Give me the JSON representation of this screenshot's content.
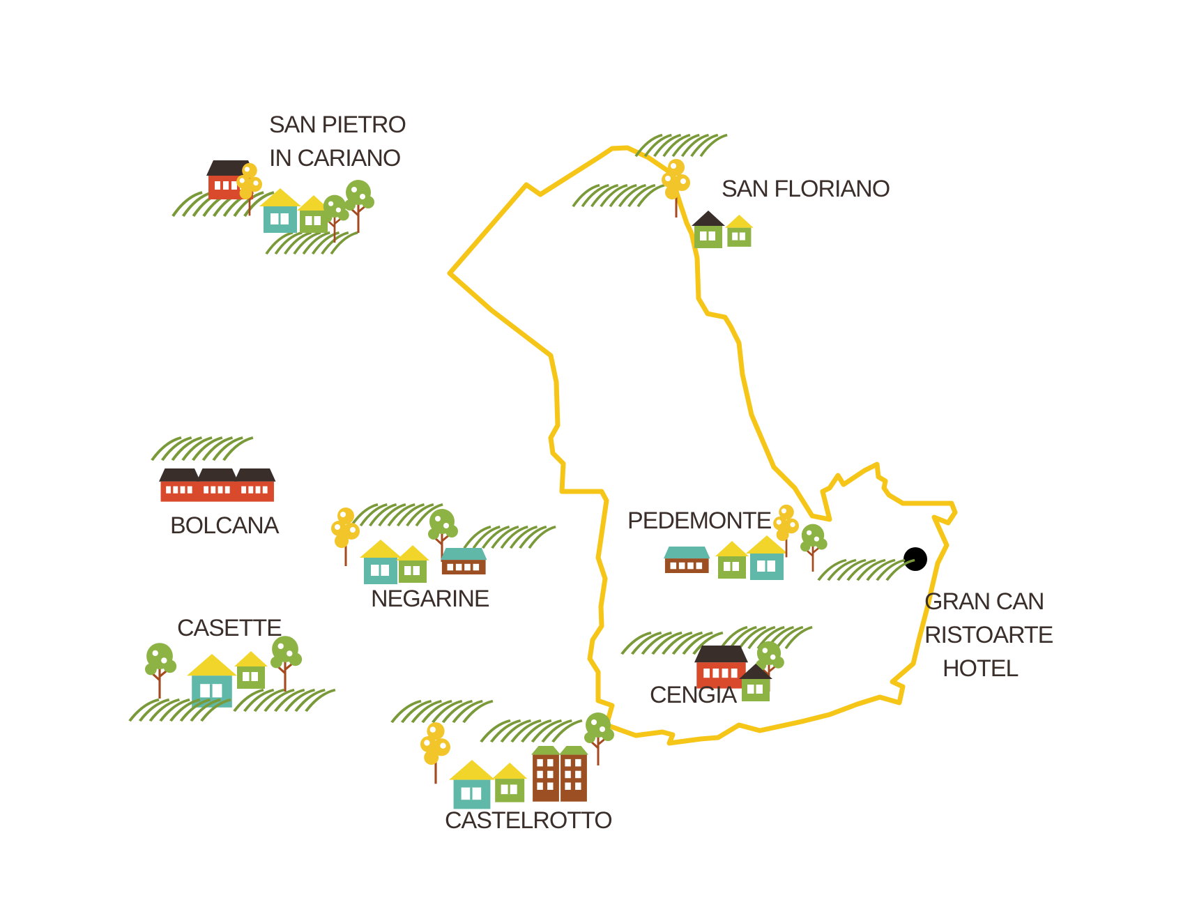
{
  "places": {
    "san_pietro_line1": "SAN PIETRO",
    "san_pietro_line2": "IN CARIANO",
    "san_floriano": "SAN FLORIANO",
    "bolcana": "BOLCANA",
    "negarine": "NEGARINE",
    "pedemonte": "PEDEMONTE",
    "casette": "CASETTE",
    "cengia": "CENGIA",
    "castelrotto": "CASTELROTTO",
    "gran_can_line1": "GRAN CAN",
    "gran_can_line2": "RISTOARTE",
    "gran_can_line3": "HOTEL"
  },
  "icons": {
    "route": "route-loop",
    "start": "start-point-marker",
    "house": "house-icon",
    "tree": "tree-icon",
    "vineyard": "vineyard-rows-icon",
    "apartment": "apartment-building-icon"
  },
  "colors": {
    "route": "#f5c518",
    "marker": "#000000",
    "label": "#3a2e2a",
    "vineyard": "#7a9a3a",
    "house_red": "#d9492b",
    "house_teal": "#5fb8a8",
    "house_green": "#8db344",
    "house_brown": "#9c4f22",
    "roof_dark": "#3a2e2a",
    "roof_yellow": "#f2d52a",
    "tree_green": "#8db344",
    "tree_yellow": "#f2c52a",
    "trunk": "#a44a1e"
  }
}
